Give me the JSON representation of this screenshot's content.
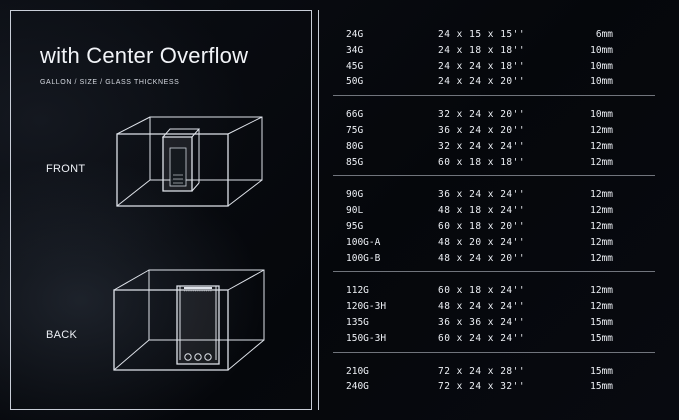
{
  "header": {
    "title": "with Center Overflow",
    "subtitle": "GALLON  /  SIZE  /  GLASS THICKNESS"
  },
  "views": {
    "front_label": "FRONT",
    "back_label": "BACK"
  },
  "spec_groups": [
    {
      "rows": [
        {
          "gallon": "24G",
          "size": "24 x 15 x 15''",
          "glass": "6mm"
        },
        {
          "gallon": "34G",
          "size": "24 x 18 x 18''",
          "glass": "10mm"
        },
        {
          "gallon": "45G",
          "size": "24 x 24 x 18''",
          "glass": "10mm"
        },
        {
          "gallon": "50G",
          "size": "24 x 24 x 20''",
          "glass": "10mm"
        }
      ]
    },
    {
      "rows": [
        {
          "gallon": "66G",
          "size": "32 x 24 x 20''",
          "glass": "10mm"
        },
        {
          "gallon": "75G",
          "size": "36 x 24 x 20''",
          "glass": "12mm"
        },
        {
          "gallon": "80G",
          "size": "32 x 24 x 24''",
          "glass": "12mm"
        },
        {
          "gallon": "85G",
          "size": "60 x 18 x 18''",
          "glass": "12mm"
        }
      ]
    },
    {
      "rows": [
        {
          "gallon": "90G",
          "size": "36 x 24 x 24''",
          "glass": "12mm"
        },
        {
          "gallon": "90L",
          "size": "48 x 18 x 24''",
          "glass": "12mm"
        },
        {
          "gallon": "95G",
          "size": "60 x 18 x 20''",
          "glass": "12mm"
        },
        {
          "gallon": "100G-A",
          "size": "48 x 20 x 24''",
          "glass": "12mm"
        },
        {
          "gallon": "100G-B",
          "size": "48 x 24 x 20''",
          "glass": "12mm"
        }
      ]
    },
    {
      "rows": [
        {
          "gallon": "112G",
          "size": "60 x 18 x 24''",
          "glass": "12mm"
        },
        {
          "gallon": "120G-3H",
          "size": "48 x 24 x 24''",
          "glass": "12mm"
        },
        {
          "gallon": "135G",
          "size": "36 x 36 x 24''",
          "glass": "15mm"
        },
        {
          "gallon": "150G-3H",
          "size": "60 x 24 x 24''",
          "glass": "15mm"
        }
      ]
    },
    {
      "rows": [
        {
          "gallon": "210G",
          "size": "72 x 24 x 28''",
          "glass": "15mm"
        },
        {
          "gallon": "240G",
          "size": "72 x 24 x 32''",
          "glass": "15mm"
        }
      ]
    }
  ]
}
